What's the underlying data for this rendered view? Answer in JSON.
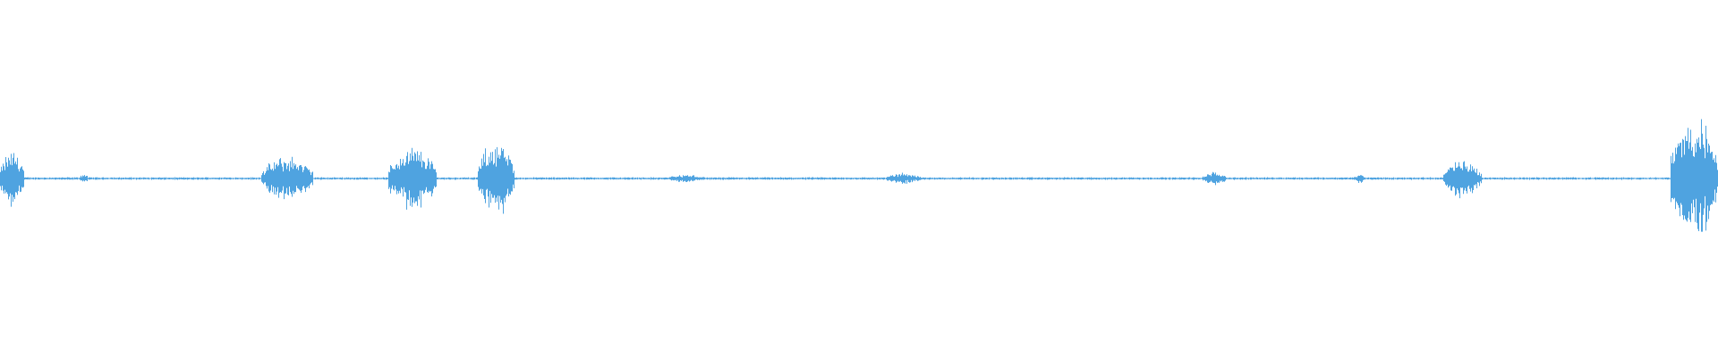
{
  "waveform": {
    "color": "#4fa3e0",
    "background": "#ffffff",
    "bursts": [
      {
        "start": 0.0,
        "end": 0.014,
        "amplitude": 0.09
      },
      {
        "start": 0.046,
        "end": 0.051,
        "amplitude": 0.015
      },
      {
        "start": 0.152,
        "end": 0.182,
        "amplitude": 0.07
      },
      {
        "start": 0.226,
        "end": 0.254,
        "amplitude": 0.1
      },
      {
        "start": 0.278,
        "end": 0.299,
        "amplitude": 0.12
      },
      {
        "start": 0.388,
        "end": 0.41,
        "amplitude": 0.012
      },
      {
        "start": 0.516,
        "end": 0.536,
        "amplitude": 0.018
      },
      {
        "start": 0.7,
        "end": 0.714,
        "amplitude": 0.02
      },
      {
        "start": 0.788,
        "end": 0.794,
        "amplitude": 0.014
      },
      {
        "start": 0.84,
        "end": 0.862,
        "amplitude": 0.06
      },
      {
        "start": 0.972,
        "end": 1.0,
        "amplitude": 0.2
      }
    ],
    "noise_floor": 0.004
  }
}
